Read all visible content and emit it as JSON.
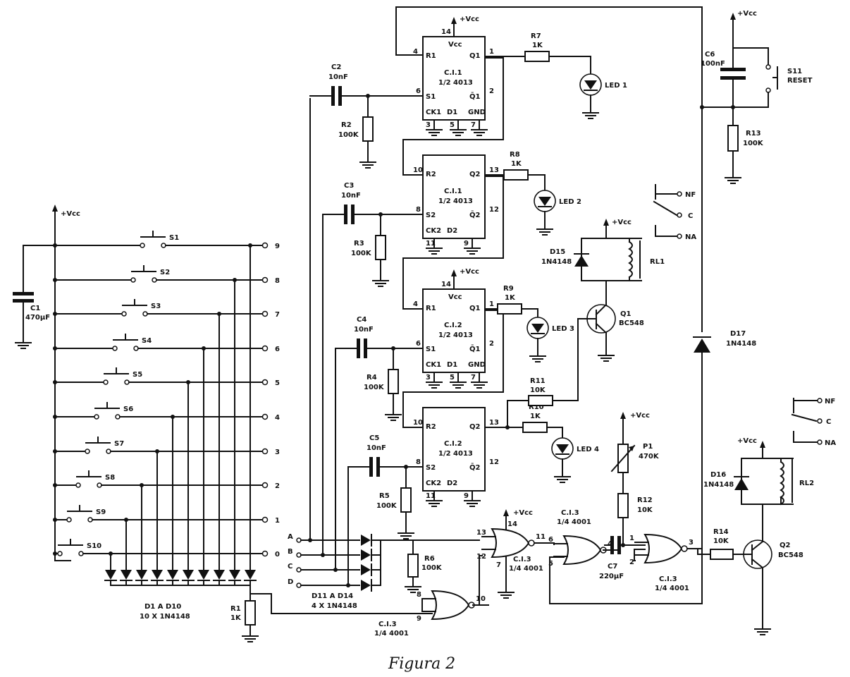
{
  "figure_caption": "Figura 2",
  "supply_label": "+Vcc",
  "ground_symbol": "ground-icon",
  "switches": [
    {
      "name": "S1",
      "terminal": "9"
    },
    {
      "name": "S2",
      "terminal": "8"
    },
    {
      "name": "S3",
      "terminal": "7"
    },
    {
      "name": "S4",
      "terminal": "6"
    },
    {
      "name": "S5",
      "terminal": "5"
    },
    {
      "name": "S6",
      "terminal": "4"
    },
    {
      "name": "S7",
      "terminal": "3"
    },
    {
      "name": "S8",
      "terminal": "2"
    },
    {
      "name": "S9",
      "terminal": "1"
    },
    {
      "name": "S10",
      "terminal": "0"
    }
  ],
  "c1": {
    "name": "C1",
    "value": "470μF"
  },
  "r1": {
    "name": "R1",
    "value": "1K"
  },
  "diodes_d1_d10": {
    "line1": "D1 A D10",
    "line2": "10 X 1N4148"
  },
  "diodes_d11_d14": {
    "line1": "D11 A D14",
    "line2": "4 X 1N4148"
  },
  "inputs_abcd": [
    "A",
    "B",
    "C",
    "D"
  ],
  "flipflops": [
    {
      "title": "C.I.1",
      "subtitle": "1/2 4013",
      "pins_left": [
        "R1",
        "S1"
      ],
      "pins_right": [
        "Q1",
        "Q̄1"
      ],
      "pins_bottom": [
        "CK1",
        "D1",
        "GND"
      ],
      "pin_nums": {
        "vcc": "14",
        "r": "4",
        "s": "6",
        "q": "1",
        "qn": "2",
        "b1": "3",
        "b2": "5",
        "b3": "7"
      },
      "vcc_label": "Vcc"
    },
    {
      "title": "C.I.1",
      "subtitle": "1/2 4013",
      "pins_left": [
        "R2",
        "S2"
      ],
      "pins_right": [
        "Q2",
        "Q̄2"
      ],
      "pins_bottom": [
        "CK2",
        "D2"
      ],
      "pin_nums": {
        "r": "10",
        "s": "8",
        "q": "13",
        "qn": "12",
        "b1": "11",
        "b2": "9"
      }
    },
    {
      "title": "C.I.2",
      "subtitle": "1/2 4013",
      "pins_left": [
        "R1",
        "S1"
      ],
      "pins_right": [
        "Q1",
        "Q̄1"
      ],
      "pins_bottom": [
        "CK1",
        "D1",
        "GND"
      ],
      "pin_nums": {
        "vcc": "14",
        "r": "4",
        "s": "6",
        "q": "1",
        "qn": "2",
        "b1": "3",
        "b2": "5",
        "b3": "7"
      },
      "vcc_label": "Vcc"
    },
    {
      "title": "C.I.2",
      "subtitle": "1/2 4013",
      "pins_left": [
        "R2",
        "S2"
      ],
      "pins_right": [
        "Q2",
        "Q̄2"
      ],
      "pins_bottom": [
        "CK2",
        "D2"
      ],
      "pin_nums": {
        "r": "10",
        "s": "8",
        "q": "13",
        "qn": "12",
        "b1": "11",
        "b2": "9"
      }
    }
  ],
  "capacitors_ff": [
    {
      "name": "C2",
      "value": "10nF"
    },
    {
      "name": "C3",
      "value": "10nF"
    },
    {
      "name": "C4",
      "value": "10nF"
    },
    {
      "name": "C5",
      "value": "10nF"
    }
  ],
  "resistors_ff": [
    {
      "name": "R2",
      "value": "100K"
    },
    {
      "name": "R3",
      "value": "100K"
    },
    {
      "name": "R4",
      "value": "100K"
    },
    {
      "name": "R5",
      "value": "100K"
    }
  ],
  "led_resistors": [
    {
      "name": "R7",
      "value": "1K"
    },
    {
      "name": "R8",
      "value": "1K"
    },
    {
      "name": "R9",
      "value": "1K"
    },
    {
      "name": "R10",
      "value": "1K"
    }
  ],
  "leds": [
    "LED 1",
    "LED 2",
    "LED 3",
    "LED 4"
  ],
  "r11": {
    "name": "R11",
    "value": "10K"
  },
  "q1": {
    "name": "Q1",
    "value": "BC548"
  },
  "d15": {
    "name": "D15",
    "value": "1N4148"
  },
  "rl1": {
    "name": "RL1"
  },
  "relay_contacts": {
    "nf": "NF",
    "c": "C",
    "na": "NA"
  },
  "c6": {
    "name": "C6",
    "value": "100nF"
  },
  "s11": {
    "name": "S11",
    "label": "RESET"
  },
  "r13": {
    "name": "R13",
    "value": "100K"
  },
  "d17": {
    "name": "D17",
    "value": "1N4148"
  },
  "r6": {
    "name": "R6",
    "value": "100K"
  },
  "gates": [
    {
      "title": "C.I.3",
      "subtitle": "1/4 4001",
      "pins": {
        "in1": "13",
        "in2": "12",
        "out": "11",
        "vcc": "14",
        "gnd": "7"
      },
      "vcc_label": "+Vcc"
    },
    {
      "title": "C.I.3",
      "subtitle": "1/4 4001",
      "pins": {
        "in1": "6",
        "in2": "5",
        "out": "4"
      }
    },
    {
      "title": "C.I.3",
      "subtitle": "1/4 4001",
      "pins": {
        "in1": "1",
        "in2": "2",
        "out": "3"
      }
    },
    {
      "title": "C.I.3",
      "subtitle": "1/4 4001",
      "pins": {
        "in1": "8",
        "in2": "9",
        "out": "10"
      }
    }
  ],
  "c7": {
    "name": "C7",
    "value": "220μF"
  },
  "p1": {
    "name": "P1",
    "value": "470K"
  },
  "r12": {
    "name": "R12",
    "value": "10K"
  },
  "r14": {
    "name": "R14",
    "value": "10K"
  },
  "q2": {
    "name": "Q2",
    "value": "BC548"
  },
  "d16": {
    "name": "D16",
    "value": "1N4148"
  },
  "rl2": {
    "name": "RL2"
  }
}
